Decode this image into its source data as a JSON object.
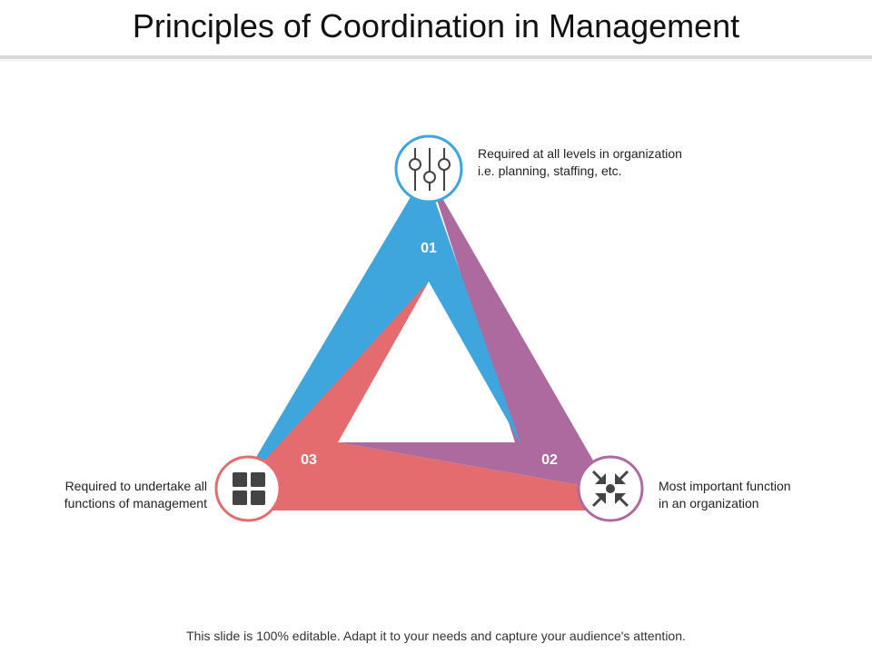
{
  "title": "Principles of Coordination in Management",
  "footer": "This slide is 100% editable. Adapt it to your needs and capture your audience's attention.",
  "colors": {
    "blue": "#3ea6dc",
    "purple": "#ad6a9e",
    "red": "#e46c6f",
    "icon": "#444444"
  },
  "items": [
    {
      "number": "01",
      "icon": "sliders-icon",
      "color": "#3ea6dc",
      "lines": [
        "Required at all levels in organization",
        "i.e. planning, staffing, etc."
      ]
    },
    {
      "number": "02",
      "icon": "arrows-inward-icon",
      "color": "#ad6a9e",
      "lines": [
        "Most important function",
        "in an organization"
      ]
    },
    {
      "number": "03",
      "icon": "grid-icon",
      "color": "#e46c6f",
      "lines": [
        "Required to undertake all",
        "functions of management"
      ]
    }
  ]
}
